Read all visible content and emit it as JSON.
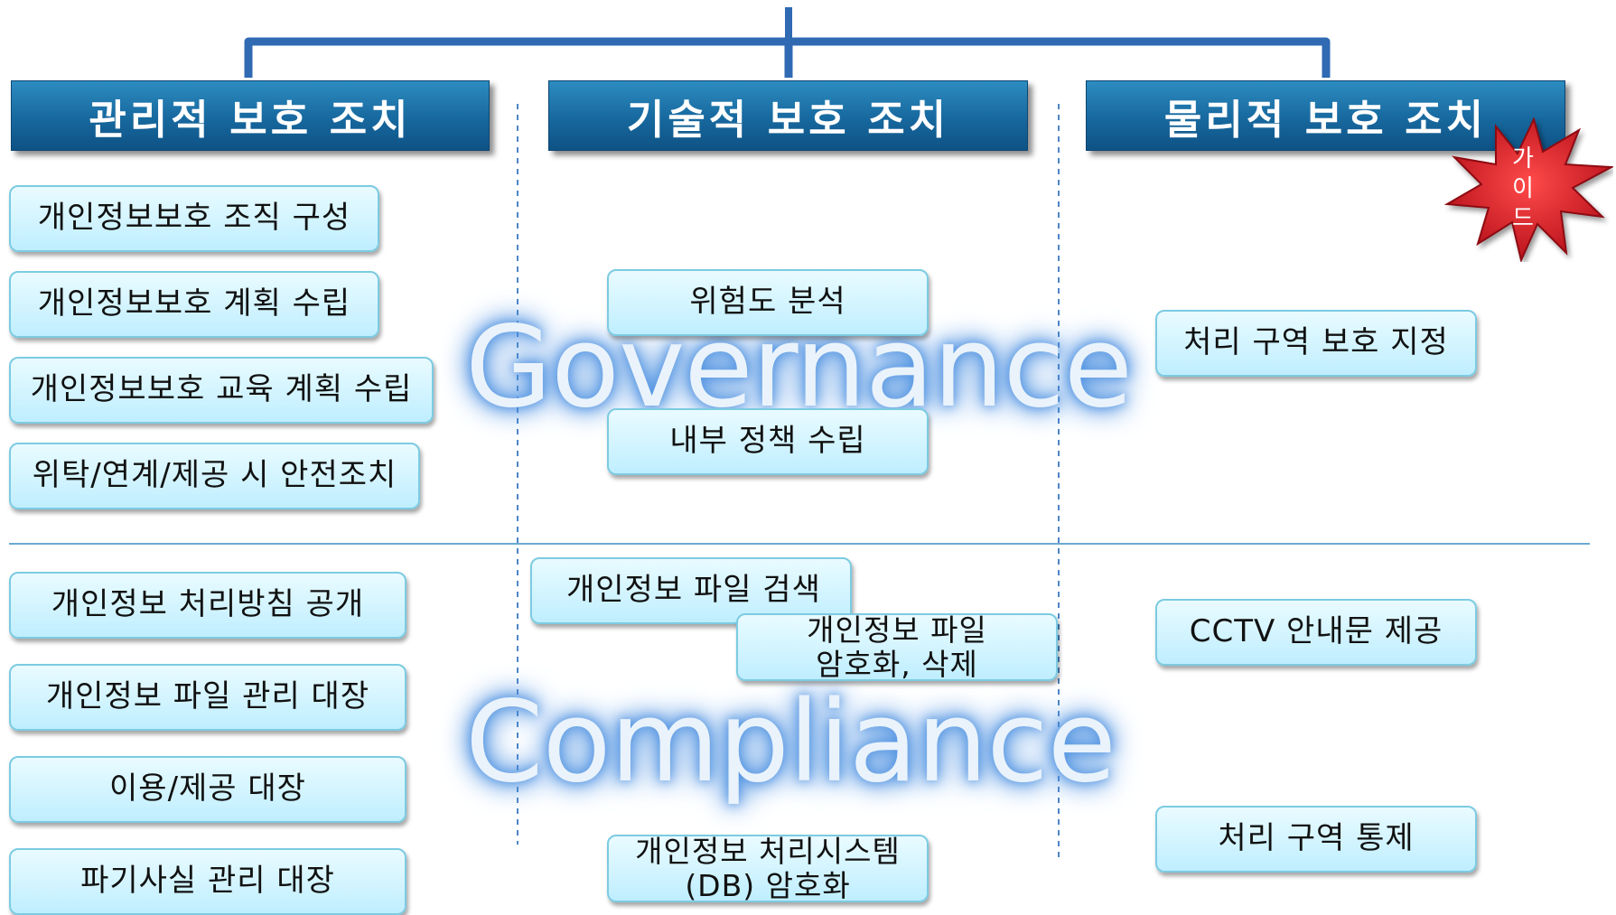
{
  "columns": [
    {
      "header": "관리적 보호 조치"
    },
    {
      "header": "기술적 보호 조치"
    },
    {
      "header": "물리적 보호 조치"
    }
  ],
  "badge": {
    "chars": [
      "가",
      "이",
      "드"
    ],
    "color": "#d2121f"
  },
  "watermarks": {
    "top": "Governance",
    "bottom": "Compliance"
  },
  "governance": {
    "admin": [
      "개인정보보호 조직 구성",
      "개인정보보호 계획 수립",
      "개인정보보호 교육 계획 수립",
      "위탁/연계/제공 시 안전조치"
    ],
    "tech": [
      "위험도 분석",
      "내부 정책 수립"
    ],
    "physical": [
      "처리 구역 보호 지정"
    ]
  },
  "compliance": {
    "admin": [
      "개인정보 처리방침 공개",
      "개인정보 파일 관리 대장",
      "이용/제공 대장",
      "파기사실 관리 대장"
    ],
    "tech": {
      "search": "개인정보 파일 검색",
      "encrypt_delete": [
        "개인정보 파일",
        "암호화, 삭제"
      ],
      "db_encrypt": [
        "개인정보 처리시스템",
        "(DB) 암호화"
      ]
    },
    "physical": [
      "CCTV 안내문 제공",
      "처리 구역 통제"
    ]
  },
  "colors": {
    "header_fill": "#17689e",
    "box_fill": "#c9f1ff",
    "connector": "#2f6ab3",
    "watermark_glow": "#4a8fe0"
  }
}
